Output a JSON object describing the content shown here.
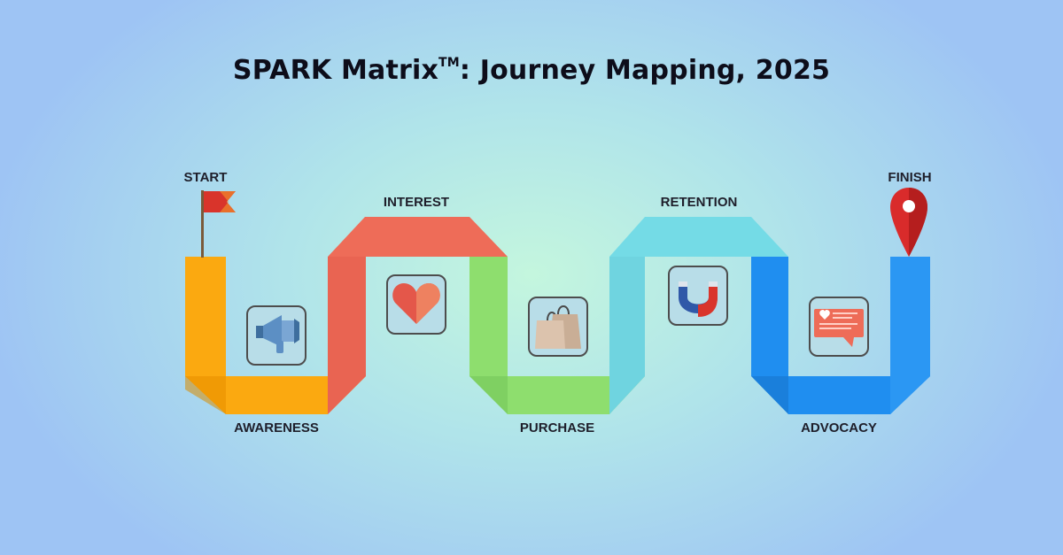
{
  "title": {
    "main": "SPARK Matrix",
    "trademark": "TM",
    "suffix": ": Journey Mapping, 2025"
  },
  "endpoints": {
    "start": "START",
    "finish": "FINISH"
  },
  "stages": [
    {
      "label": "AWARENESS",
      "icon": "megaphone-icon",
      "color": "#fba910"
    },
    {
      "label": "INTEREST",
      "icon": "heart-icon",
      "color": "#ee6c58"
    },
    {
      "label": "PURCHASE",
      "icon": "shopping-bags-icon",
      "color": "#8ede6e"
    },
    {
      "label": "RETENTION",
      "icon": "magnet-icon",
      "color": "#74dbe6"
    },
    {
      "label": "ADVOCACY",
      "icon": "chat-heart-icon",
      "color": "#1f8ef0"
    }
  ],
  "colors": {
    "flag": "#d9342b",
    "pin": "#d92b2b",
    "icon_frame": "#4d4d4d"
  }
}
